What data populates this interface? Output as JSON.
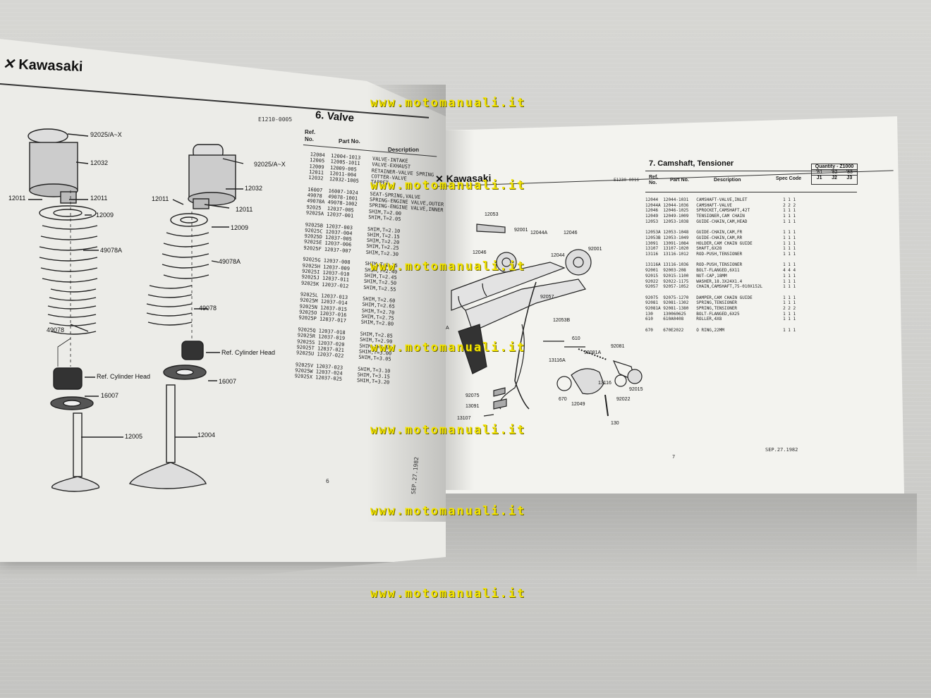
{
  "watermark": "www.motomanuali.it",
  "left_page": {
    "brand": "Kawasaki",
    "figure_code": "E1210-0005",
    "page_number": "6",
    "date": "SEP.27.1982",
    "callouts": [
      "92025/A~X",
      "12032",
      "12011",
      "12009",
      "49078A",
      "49078",
      "Ref. Cylinder Head",
      "16007",
      "12005",
      "12004"
    ]
  },
  "valve_section": {
    "title": "6. Valve",
    "col_ref": "Ref.\nNo.",
    "col_part": "Part No.",
    "col_desc": "Description",
    "rows": [
      "12004  12004-1013    VALVE-INTAKE",
      "12005  12005-1011    VALVE-EXHAUST",
      "12009  12009-005     RETAINER-VALVE SPRING",
      "12011  12011-004     COTTER-VALVE",
      "12032  12032-1005    TAPPET",
      "",
      "16007  16007-1024    SEAT-SPRING,VALVE",
      "49078  49078-1001    SPRING-ENGINE VALVE,OUTER",
      "49078A 49078-1002    SPRING-ENGINE VALVE,INNER",
      "92025  12037-005     SHIM,T=2.00",
      "92025A 12037-001     SHIM,T=2.05",
      "",
      "92025B 12037-003     SHIM,T=2.10",
      "92025C 12037-004     SHIM,T=2.15",
      "92025D 12037-005     SHIM,T=2.20",
      "92025E 12037-006     SHIM,T=2.25",
      "92025F 12037-007     SHIM,T=2.30",
      "",
      "92025G 12037-008     SHIM,T=2.35",
      "92025H 12037-009     SHIM,T=2.40",
      "92025I 12037-010     SHIM,T=2.45",
      "92025J 12037-011     SHIM,T=2.50",
      "92025K 12037-012     SHIM,T=2.55",
      "",
      "92025L 12037-013     SHIM,T=2.60",
      "92025M 12037-014     SHIM,T=2.65",
      "92025N 12037-015     SHIM,T=2.70",
      "92025O 12037-016     SHIM,T=2.75",
      "92025P 12037-017     SHIM,T=2.80",
      "",
      "92025Q 12037-018     SHIM,T=2.85",
      "92025R 12037-019     SHIM,T=2.90",
      "92025S 12037-020     SHIM,T=2.95",
      "92025T 12037-021     SHIM,T=3.00",
      "92025U 12037-022     SHIM,T=3.05",
      "",
      "92025V 12037-023     SHIM,T=3.10",
      "92025W 12037-024     SHIM,T=3.15",
      "92025X 12037-025     SHIM,T=3.20"
    ]
  },
  "right_page": {
    "brand": "Kawasaki",
    "figure_code": "E1230-0016",
    "page_number": "7",
    "date": "SEP.27.1982",
    "callouts": [
      "12053",
      "92001",
      "12044A",
      "12046",
      "92001",
      "12046",
      "12044",
      "12053B",
      "92057",
      "610",
      "92081A",
      "92081",
      "13116A",
      "92075",
      "13091",
      "13107",
      "670",
      "12049",
      "13116",
      "92015",
      "92022",
      "130",
      "A"
    ]
  },
  "camshaft_section": {
    "title": "7. Camshaft, Tensioner",
    "col_ref": "Ref.\nNo.",
    "col_part": "Part No.",
    "col_desc": "Description",
    "col_spec": "Spec Code",
    "qty_title": "Quantity - Z1000",
    "qty_years": [
      "'81",
      "'82",
      "'83"
    ],
    "qty_models": [
      "J1",
      "J2",
      "J3"
    ],
    "rows": [
      "12044  12044-1031   CAMSHAFT-VALVE,INLET              1 1 1",
      "12044A 12044-1036   CAMSHAFT-VALVE                    2 2 2",
      "12046  12046-1025   SPROCKET,CAMSHAFT,42T             1 1 1",
      "12049  12049-1009   TENSIONER,CAM CHAIN               1 1 1",
      "12053  12053-1038   GUIDE-CHAIN,CAM,HEAD              1 1 1",
      "",
      "12053A 12053-1048   GUIDE-CHAIN,CAM,FR                1 1 1",
      "12053B 12053-1049   GUIDE-CHAIN,CAM,RR                1 1 1",
      "13091  13091-1084   HOLDER,CAM CHAIN GUIDE            1 1 1",
      "13107  13107-1020   SHAFT,6X28                        1 1 1",
      "13116  13116-1012   ROD-PUSH,TENSIONER                1 1 1",
      "",
      "13116A 13116-1036   ROD-PUSH,TENSIONER                1 1 1",
      "92001  92003-208    BOLT-FLANGED,6X11                 4 4 4",
      "92015  92015-1100   NUT-CAP,18MM                      1 1 1",
      "92022  92022-1175   WASHER,18.3X24X1.4                1 1 1",
      "92057  92057-1052   CHAIN,CAMSHAFT,75-010X152L        1 1 1",
      "",
      "92075  92075-1270   DAMPER,CAM CHAIN GUIDE            1 1 1",
      "92081  92081-1302   SPRING,TENSIONER                  1 1 1",
      "92081A 92081-1380   SPRING,TENSIONER                  2 2 2",
      "130    130060625    BOLT-FLANGED,6X25                 1 1 1",
      "610    610A0408     ROLLER,4X8                        1 1 1",
      "",
      "670    670E2022     O RING,22MM                       1 1 1"
    ]
  }
}
